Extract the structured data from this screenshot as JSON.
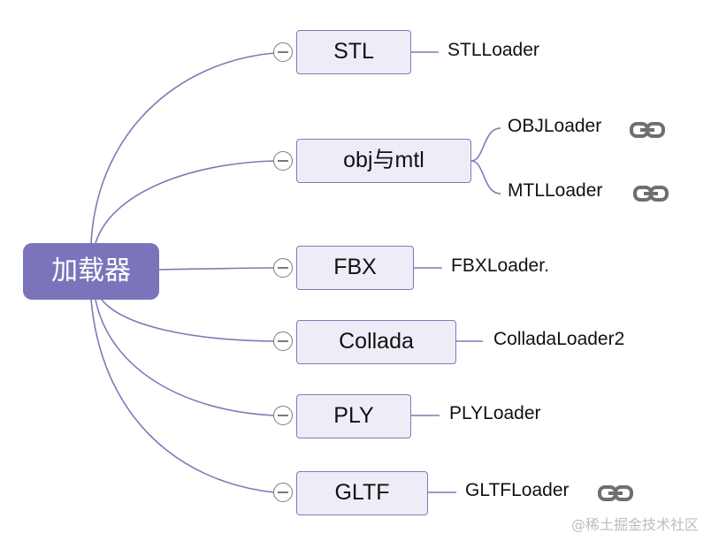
{
  "root": {
    "label": "加载器"
  },
  "branches": [
    {
      "label": "STL",
      "leaves": [
        {
          "label": "STLLoader",
          "link": false
        }
      ]
    },
    {
      "label": "obj与mtl",
      "leaves": [
        {
          "label": "OBJLoader",
          "link": true
        },
        {
          "label": "MTLLoader",
          "link": true
        }
      ]
    },
    {
      "label": "FBX",
      "leaves": [
        {
          "label": "FBXLoader.",
          "link": false
        }
      ]
    },
    {
      "label": "Collada",
      "leaves": [
        {
          "label": "ColladaLoader2",
          "link": false
        }
      ]
    },
    {
      "label": "PLY",
      "leaves": [
        {
          "label": "PLYLoader",
          "link": false
        }
      ]
    },
    {
      "label": "GLTF",
      "leaves": [
        {
          "label": "GLTFLoader",
          "link": true
        }
      ]
    }
  ],
  "watermark": "@稀土掘金技术社区",
  "colors": {
    "root_fill": "#7b74bb",
    "node_fill": "#eeedf7",
    "connector": "#7f79b8",
    "collapse_icon": "#7a7a7a",
    "link_icon": "#6f6f6f"
  },
  "icons": {
    "collapse": "minus-circle-icon",
    "link": "link-icon"
  }
}
